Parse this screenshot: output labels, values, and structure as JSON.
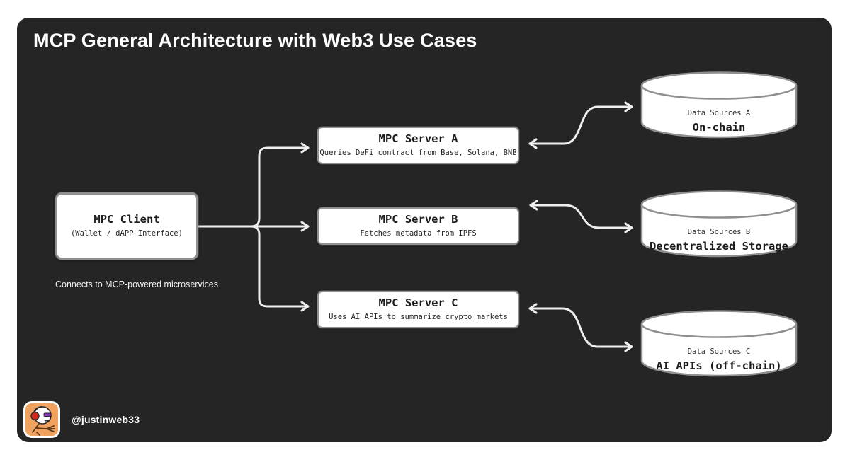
{
  "title": "MCP General Architecture with Web3 Use Cases",
  "client": {
    "title": "MPC Client",
    "subtitle": "(Wallet / dAPP Interface)",
    "caption": "Connects to MCP-powered microservices"
  },
  "servers": [
    {
      "title": "MPC Server A",
      "subtitle": "Queries DeFi contract from Base, Solana, BNB"
    },
    {
      "title": "MPC Server B",
      "subtitle": "Fetches metadata from IPFS"
    },
    {
      "title": "MPC Server C",
      "subtitle": "Uses AI APIs to summarize crypto markets"
    }
  ],
  "datasources": [
    {
      "label": "Data Sources A",
      "title": "On-chain"
    },
    {
      "label": "Data Sources B",
      "title": "Decentralized Storage"
    },
    {
      "label": "Data Sources C",
      "title": "AI APIs (off-chain)"
    }
  ],
  "footer": {
    "handle": "@justinweb33"
  },
  "icons": {
    "avatar": "meme-face-avatar"
  },
  "colors": {
    "canvas": "#ffffff",
    "panel": "#252525",
    "node_fill": "#ffffff",
    "node_border": "#909090",
    "arrow": "#efefef",
    "avatar_bg": "#f2a25f",
    "headphone_red": "#d42a1e",
    "glasses_purple": "#8b2fbf"
  }
}
